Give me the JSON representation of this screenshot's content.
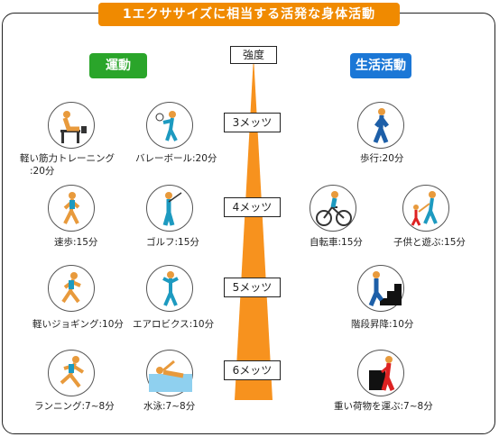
{
  "title": "1エクササイズに相当する活発な身体活動",
  "categories": {
    "exercise": "運動",
    "daily_life": "生活活動"
  },
  "intensity_label": "強度",
  "mets": [
    "3メッツ",
    "4メッツ",
    "5メッツ",
    "6メッツ"
  ],
  "exercise": [
    {
      "name": "軽い筋力トレーニング",
      "time": "20分"
    },
    {
      "name": "バレーボール",
      "time": "20分"
    },
    {
      "name": "速歩",
      "time": "15分"
    },
    {
      "name": "ゴルフ",
      "time": "15分"
    },
    {
      "name": "軽いジョギング",
      "time": "10分"
    },
    {
      "name": "エアロビクス",
      "time": "10分"
    },
    {
      "name": "ランニング",
      "time": "7~8分"
    },
    {
      "name": "水泳",
      "time": "7~8分"
    }
  ],
  "daily": [
    {
      "name": "歩行",
      "time": "20分"
    },
    {
      "name": "自転車",
      "time": "15分"
    },
    {
      "name": "子供と遊ぶ",
      "time": "15分"
    },
    {
      "name": "階段昇降",
      "time": "10分"
    },
    {
      "name": "重い荷物を運ぶ",
      "time": "7~8分"
    }
  ],
  "colors": {
    "title_bg": "#f08a00",
    "exercise_bg": "#2aa52a",
    "daily_bg": "#1b77d6",
    "pyramid": "#f7921e"
  }
}
